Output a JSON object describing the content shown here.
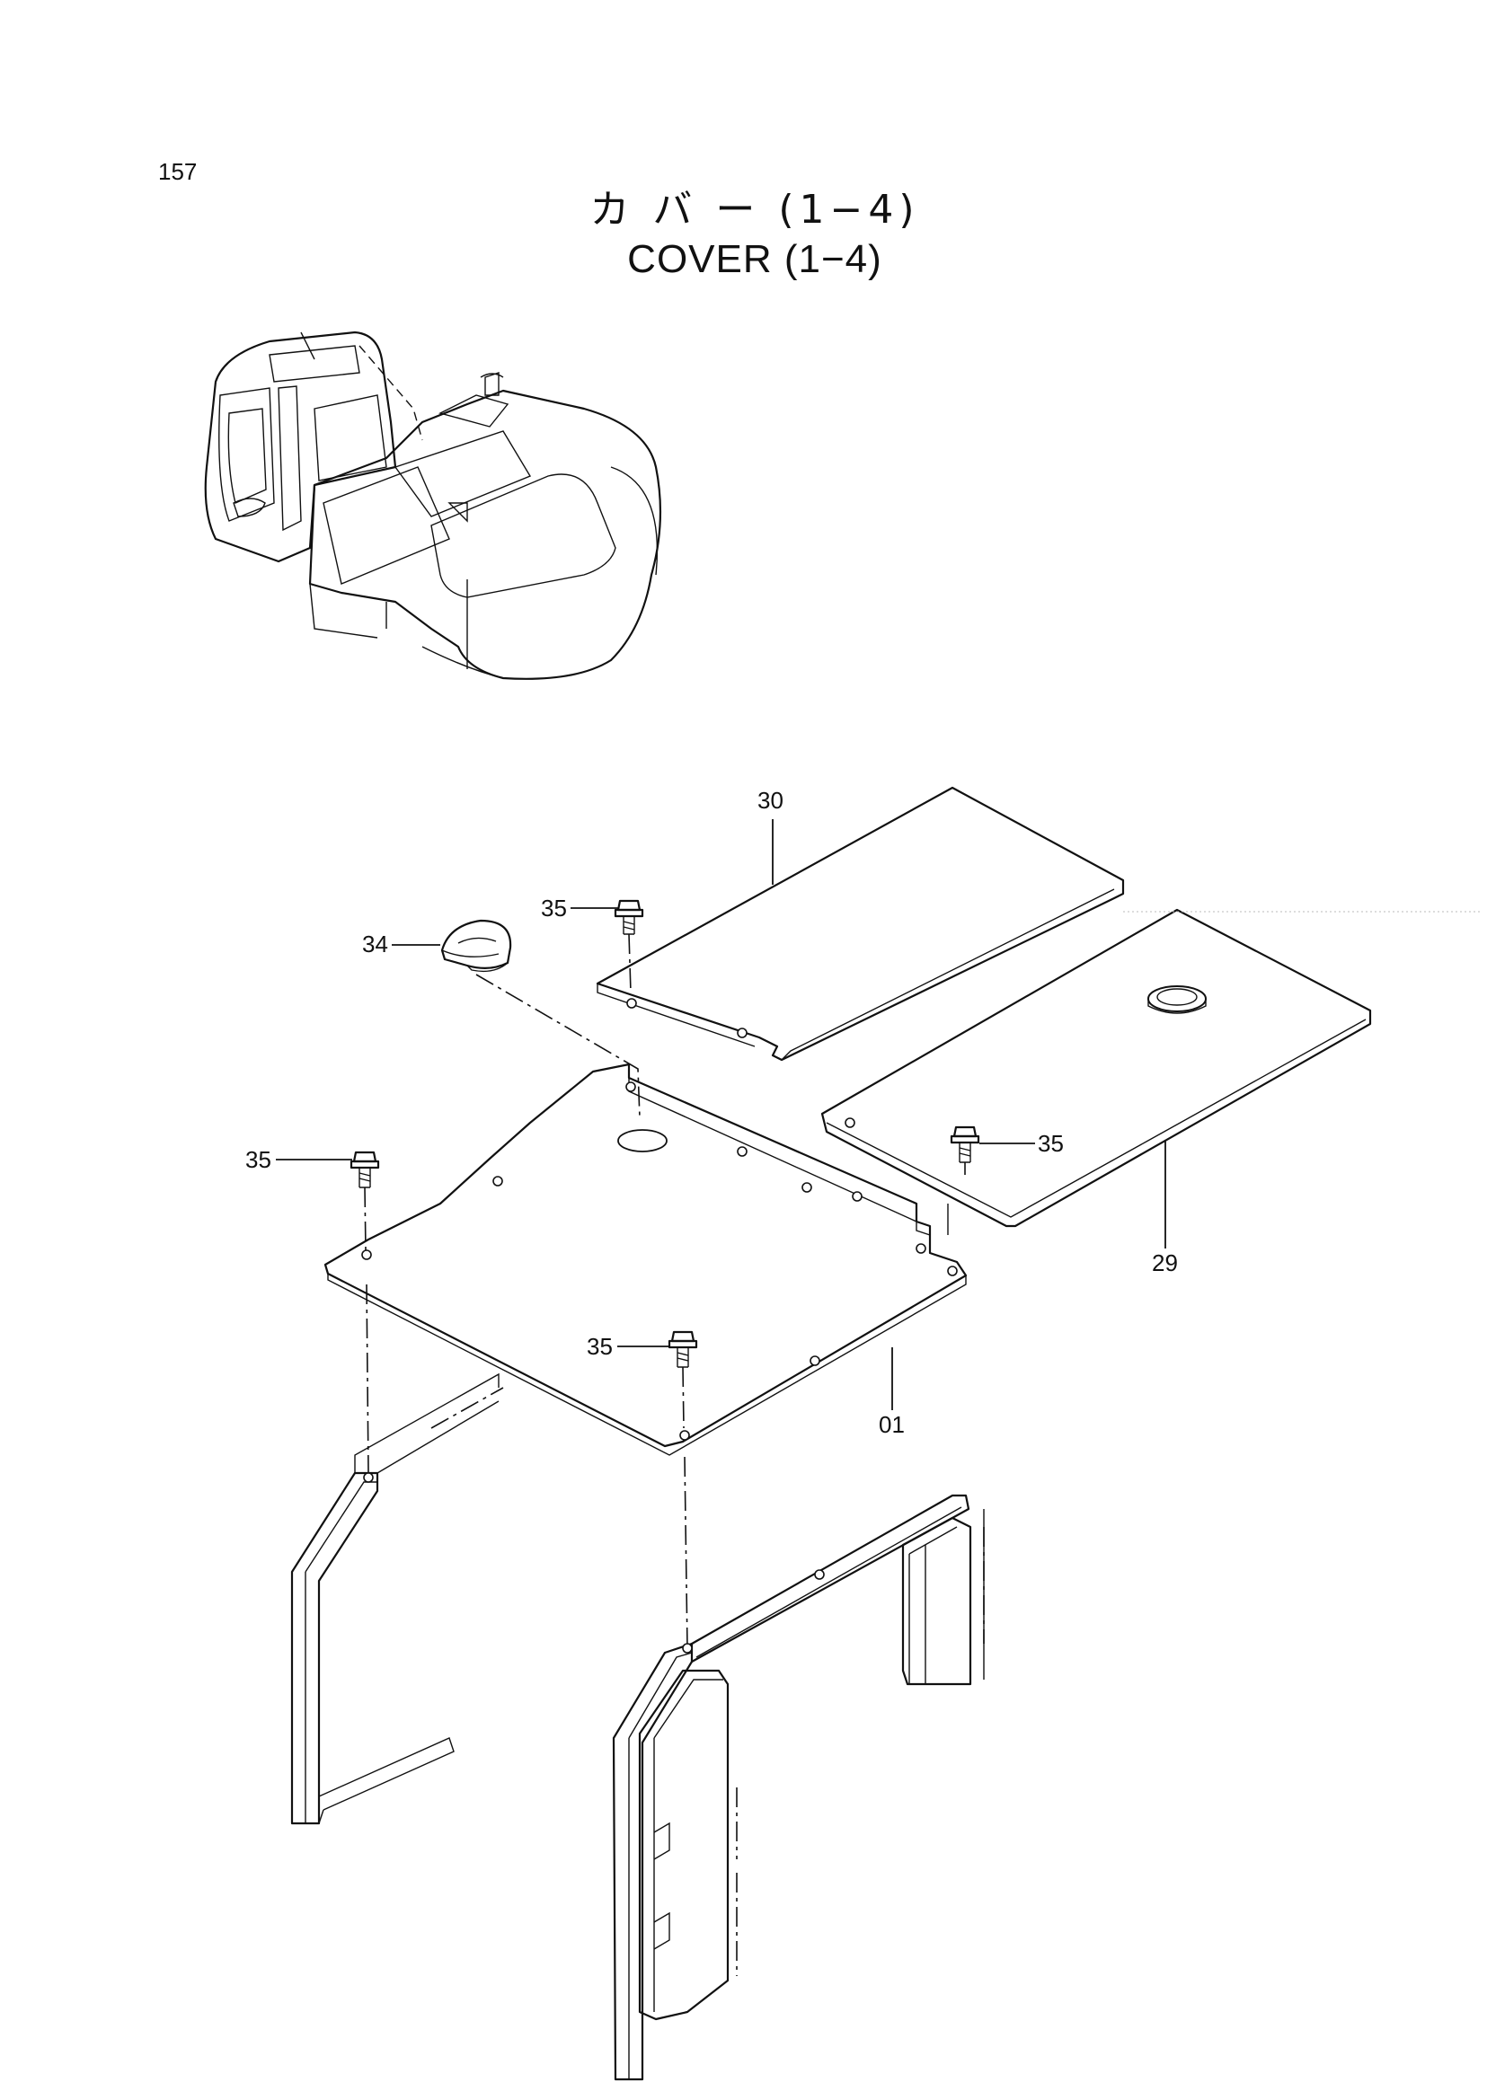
{
  "page": {
    "number": "157",
    "title_jp": "カ バ ー (1−4)",
    "title_en": "COVER (1−4)"
  },
  "callouts": [
    {
      "id": "c30",
      "label": "30"
    },
    {
      "id": "c35a",
      "label": "35"
    },
    {
      "id": "c34",
      "label": "34"
    },
    {
      "id": "c35b",
      "label": "35"
    },
    {
      "id": "c35c",
      "label": "35"
    },
    {
      "id": "c29",
      "label": "29"
    },
    {
      "id": "c35d",
      "label": "35"
    },
    {
      "id": "c01",
      "label": "01"
    }
  ],
  "colors": {
    "ink": "#111111",
    "paper": "#ffffff"
  }
}
